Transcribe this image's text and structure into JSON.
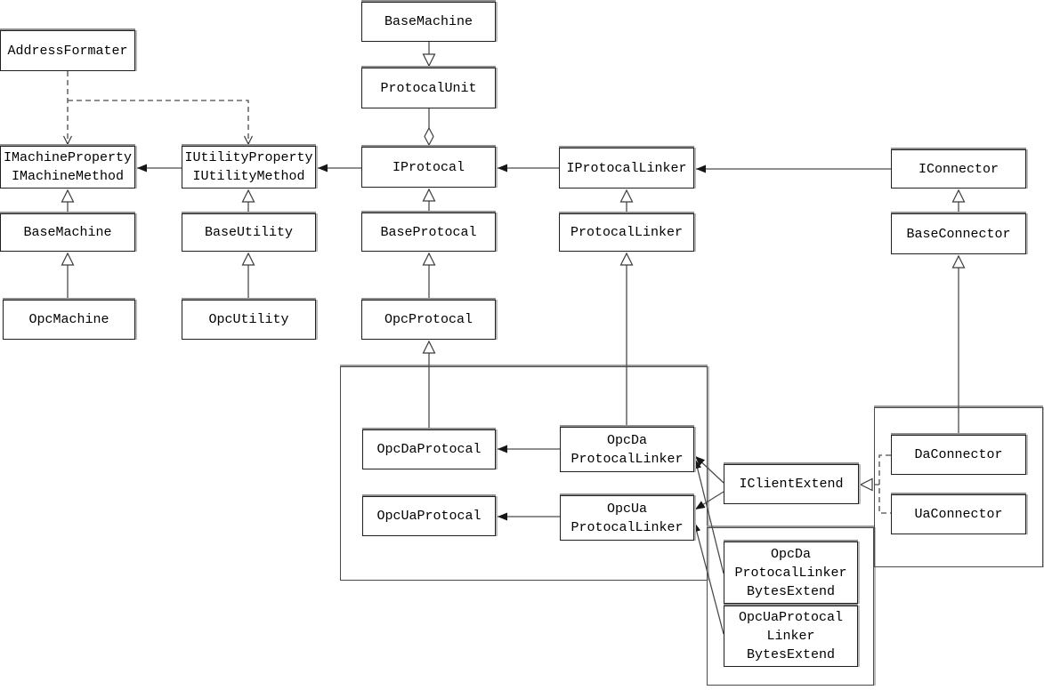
{
  "diagram": {
    "type": "uml-class-diagram",
    "background": "#ffffff",
    "colors": {
      "box_fill": "#ffffff",
      "box_border": "#1f1f1f",
      "box_border_shade": "#8f8f8f",
      "line": "#4c4c4c",
      "arrow_fill": "#161616",
      "text": "#000000"
    },
    "nodes": [
      {
        "id": "address-formater",
        "lines": [
          "AddressFormater"
        ]
      },
      {
        "id": "base-machine-top",
        "lines": [
          "BaseMachine"
        ]
      },
      {
        "id": "protocal-unit",
        "lines": [
          "ProtocalUnit"
        ]
      },
      {
        "id": "i-machine",
        "lines": [
          "IMachineProperty",
          "IMachineMethod"
        ]
      },
      {
        "id": "i-utility",
        "lines": [
          "IUtilityProperty",
          "IUtilityMethod"
        ]
      },
      {
        "id": "i-protocal",
        "lines": [
          "IProtocal"
        ]
      },
      {
        "id": "i-protocal-linker",
        "lines": [
          "IProtocalLinker"
        ]
      },
      {
        "id": "i-connector",
        "lines": [
          "IConnector"
        ]
      },
      {
        "id": "base-machine",
        "lines": [
          "BaseMachine"
        ]
      },
      {
        "id": "base-utility",
        "lines": [
          "BaseUtility"
        ]
      },
      {
        "id": "base-protocal",
        "lines": [
          "BaseProtocal"
        ]
      },
      {
        "id": "protocal-linker",
        "lines": [
          "ProtocalLinker"
        ]
      },
      {
        "id": "base-connector",
        "lines": [
          "BaseConnector"
        ]
      },
      {
        "id": "opc-machine",
        "lines": [
          "OpcMachine"
        ]
      },
      {
        "id": "opc-utility",
        "lines": [
          "OpcUtility"
        ]
      },
      {
        "id": "opc-protocal",
        "lines": [
          "OpcProtocal"
        ]
      },
      {
        "id": "opc-da-protocal",
        "lines": [
          "OpcDaProtocal"
        ]
      },
      {
        "id": "opc-ua-protocal",
        "lines": [
          "OpcUaProtocal"
        ]
      },
      {
        "id": "opc-da-protocal-linker",
        "lines": [
          "OpcDa",
          "ProtocalLinker"
        ]
      },
      {
        "id": "opc-ua-protocal-linker",
        "lines": [
          "OpcUa",
          "ProtocalLinker"
        ]
      },
      {
        "id": "i-client-extend",
        "lines": [
          "IClientExtend"
        ]
      },
      {
        "id": "da-connector",
        "lines": [
          "DaConnector"
        ]
      },
      {
        "id": "ua-connector",
        "lines": [
          "UaConnector"
        ]
      },
      {
        "id": "opc-da-protocal-linker-bytes-extend",
        "lines": [
          "OpcDa",
          "ProtocalLinker",
          "BytesExtend"
        ]
      },
      {
        "id": "opc-ua-protocal-linker-bytes-extend",
        "lines": [
          "OpcUaProtocal",
          "Linker",
          "BytesExtend"
        ]
      }
    ],
    "groups": [
      {
        "id": "group-opc-protocal-linkers",
        "contains": [
          "opc-da-protocal",
          "opc-ua-protocal",
          "opc-da-protocal-linker",
          "opc-ua-protocal-linker"
        ]
      },
      {
        "id": "group-bytes-extend",
        "contains": [
          "opc-da-protocal-linker-bytes-extend",
          "opc-ua-protocal-linker-bytes-extend"
        ]
      },
      {
        "id": "group-connectors",
        "contains": [
          "da-connector",
          "ua-connector"
        ]
      }
    ],
    "edges": [
      {
        "from": "address-formater",
        "to": "i-machine",
        "type": "dependency-dashed-arrow"
      },
      {
        "from": "address-formater",
        "to": "i-utility",
        "type": "dependency-dashed-arrow"
      },
      {
        "from": "i-utility",
        "to": "i-machine",
        "type": "association-filled-arrow"
      },
      {
        "from": "i-protocal",
        "to": "i-utility",
        "type": "association-filled-arrow"
      },
      {
        "from": "i-protocal-linker",
        "to": "i-protocal",
        "type": "association-filled-arrow"
      },
      {
        "from": "i-connector",
        "to": "i-protocal-linker",
        "type": "association-filled-arrow"
      },
      {
        "from": "opc-da-protocal-linker",
        "to": "opc-da-protocal",
        "type": "association-filled-arrow"
      },
      {
        "from": "opc-ua-protocal-linker",
        "to": "opc-ua-protocal",
        "type": "association-filled-arrow"
      },
      {
        "from": "base-machine",
        "to": "i-machine",
        "type": "generalization-hollow-triangle"
      },
      {
        "from": "opc-machine",
        "to": "base-machine",
        "type": "generalization-hollow-triangle"
      },
      {
        "from": "base-utility",
        "to": "i-utility",
        "type": "generalization-hollow-triangle"
      },
      {
        "from": "opc-utility",
        "to": "base-utility",
        "type": "generalization-hollow-triangle"
      },
      {
        "from": "base-protocal",
        "to": "i-protocal",
        "type": "generalization-hollow-triangle"
      },
      {
        "from": "opc-protocal",
        "to": "base-protocal",
        "type": "generalization-hollow-triangle"
      },
      {
        "from": "opc-da-protocal",
        "to": "opc-protocal",
        "type": "generalization-hollow-triangle"
      },
      {
        "from": "protocal-linker",
        "to": "i-protocal-linker",
        "type": "generalization-hollow-triangle"
      },
      {
        "from": "opc-da-protocal-linker",
        "to": "protocal-linker",
        "type": "generalization-hollow-triangle"
      },
      {
        "from": "base-connector",
        "to": "i-connector",
        "type": "generalization-hollow-triangle"
      },
      {
        "from": "da-connector",
        "to": "base-connector",
        "type": "generalization-hollow-triangle"
      },
      {
        "from": "base-machine-top",
        "to": "protocal-unit",
        "type": "generalization-hollow-triangle-down"
      },
      {
        "from": "protocal-unit",
        "to": "i-protocal",
        "type": "aggregation-hollow-diamond"
      },
      {
        "from": "da-connector",
        "to": "i-client-extend",
        "type": "realization-dashed-hollow-triangle",
        "also_from": "ua-connector"
      },
      {
        "from": "i-client-extend",
        "to": "opc-da-protocal-linker",
        "type": "association-filled-arrow"
      },
      {
        "from": "i-client-extend",
        "to": "opc-ua-protocal-linker",
        "type": "association-filled-arrow"
      },
      {
        "from": "opc-da-protocal-linker-bytes-extend",
        "to": "opc-da-protocal-linker",
        "type": "association-filled-arrow"
      },
      {
        "from": "opc-ua-protocal-linker-bytes-extend",
        "to": "opc-ua-protocal-linker",
        "type": "association-filled-arrow"
      }
    ]
  }
}
